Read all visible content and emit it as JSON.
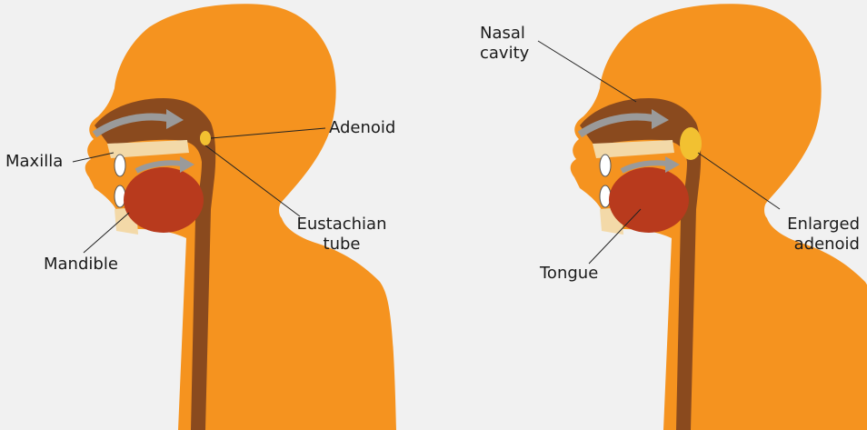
{
  "panels": [
    {
      "id": "normal",
      "labels": {
        "adenoid": "Adenoid",
        "maxilla": "Maxilla",
        "eustachian_tube": "Eustachian\ntube",
        "mandible": "Mandible"
      }
    },
    {
      "id": "enlarged",
      "labels": {
        "nasal_cavity": "Nasal\ncavity",
        "enlarged_adenoid": "Enlarged\nadenoid",
        "tongue": "Tongue"
      }
    }
  ],
  "colors": {
    "background": "#f1f1f1",
    "head": "#f5931f",
    "airway": "#8a4a1e",
    "tongue": "#b83a1d",
    "adenoid": "#f2c131",
    "bone": "#f3d9a8",
    "airflow_arrow": "#9a9a9a",
    "leader_line": "#222222"
  }
}
